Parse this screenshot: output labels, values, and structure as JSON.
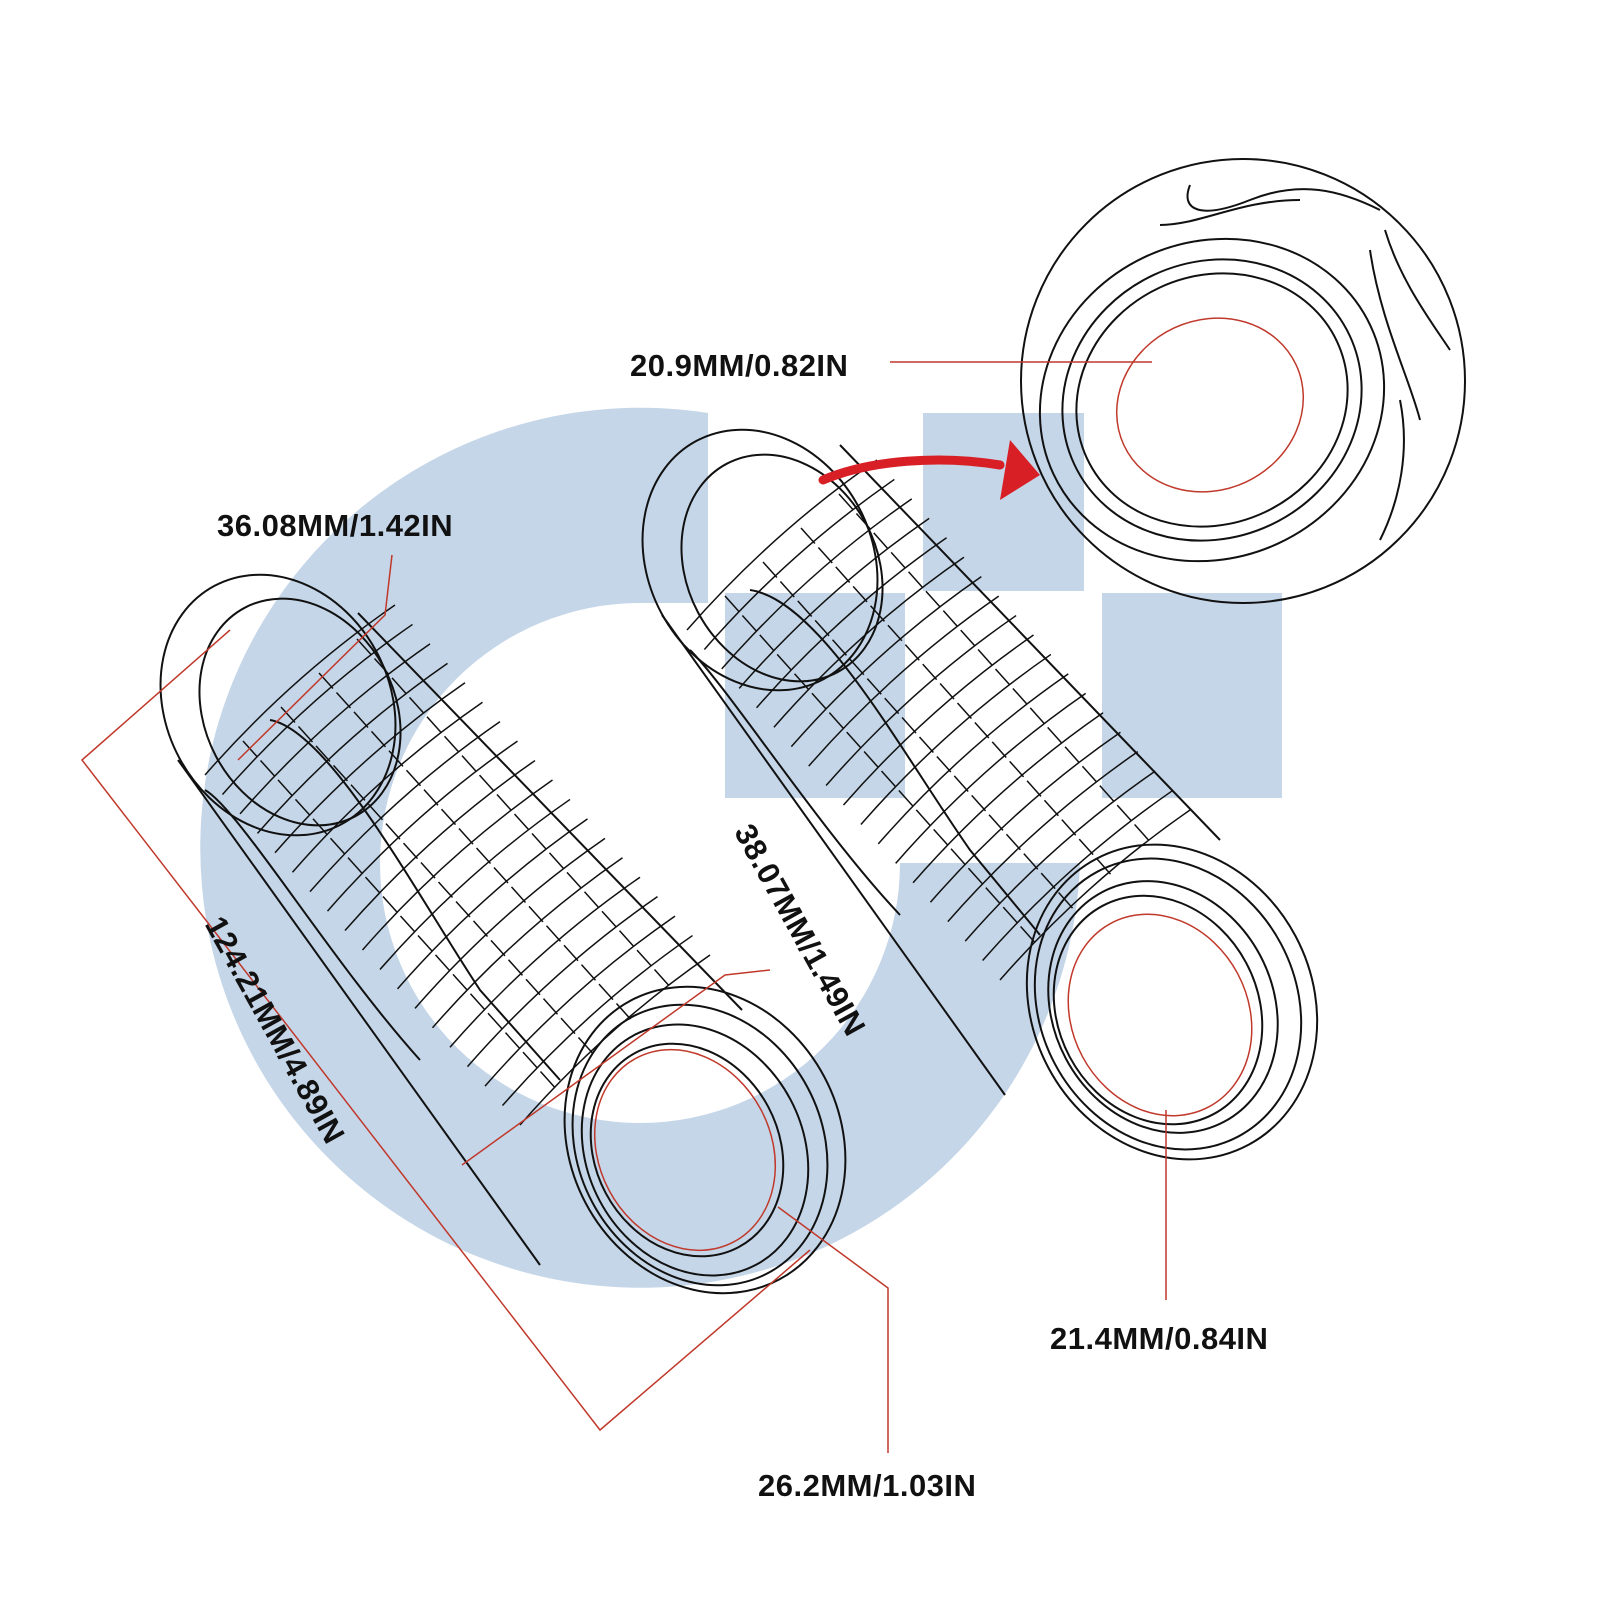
{
  "dimensions": {
    "inner_end_diameter": "20.9MM/0.82IN",
    "end_cap_diameter": "36.08MM/1.42IN",
    "overall_length": "124.21MM/4.89IN",
    "outer_diameter": "38.07MM/1.49IN",
    "left_inner_diameter": "26.2MM/1.03IN",
    "right_inner_diameter": "21.4MM/0.84IN"
  },
  "colors": {
    "watermark": "#c5d6e8",
    "outline": "#111111",
    "dimension_line": "#c0392b",
    "arrow": "#d81f26",
    "background": "#ffffff"
  },
  "icons": {
    "watermark": "brand-logo-watermark",
    "arrow": "curved-arrow-right-icon",
    "zoom": "magnified-detail-circle"
  }
}
